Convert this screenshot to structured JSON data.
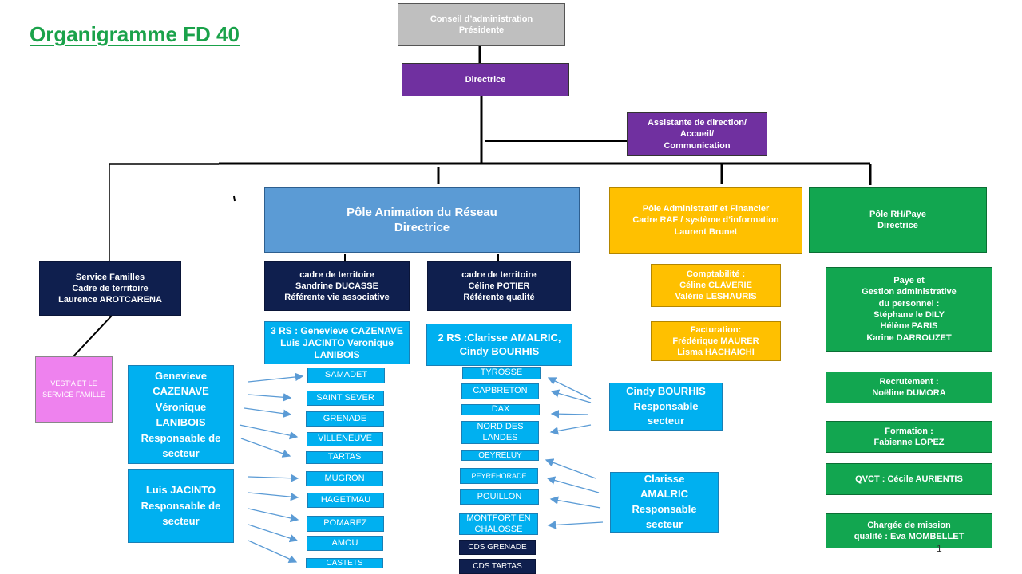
{
  "title": "Organigramme FD 40",
  "page_number": "1",
  "colors": {
    "title": "#1aa24a",
    "board": "#bfbfbf",
    "director": "#7030a0",
    "navy": "#0f1f4e",
    "pole_animation": "#5b9bd5",
    "cyan": "#00b0f0",
    "yellow": "#ffc000",
    "green": "#12a650",
    "pink": "#ee82ee"
  },
  "board": {
    "line1": "Conseil d’administration",
    "line2": "Présidente"
  },
  "directrice": "Directrice",
  "assistante": {
    "line1": "Assistante de direction/",
    "line2": "Accueil/",
    "line3": "Communication"
  },
  "pole_animation": {
    "line1": "Pôle Animation du Réseau",
    "line2": "Directrice"
  },
  "pole_admin": {
    "line1": "Pôle  Administratif et Financier",
    "line2": "Cadre RAF  / système d’information",
    "line3": "Laurent Brunet"
  },
  "pole_rh": {
    "line1": "Pôle RH/Paye",
    "line2": "Directrice"
  },
  "service_familles": {
    "line1": "Service Familles",
    "line2": "Cadre de territoire",
    "line3": "Laurence AROTCARENA"
  },
  "vestia": "VEST’A ET LE SERVICE FAMILLE",
  "cadre1": {
    "line1": "cadre de territoire",
    "line2": "Sandrine DUCASSE",
    "line3": "Référente vie associative"
  },
  "cadre2": {
    "line1": "cadre de territoire",
    "line2": "Céline POTIER",
    "line3": "Référente qualité"
  },
  "rs3": "3 RS : Genevieve CAZENAVE Luis JACINTO Veronique LANIBOIS",
  "rs2": "2 RS :Clarisse AMALRIC, Cindy BOURHIS",
  "resp_gv": "Genevieve CAZENAVE Véronique LANIBOIS Responsable de secteur",
  "resp_luis": "Luis JACINTO Responsable de secteur",
  "resp_cindy": "Cindy BOURHIS Responsable secteur",
  "resp_clarisse": "Clarisse AMALRIC Responsable secteur",
  "locations_left": [
    "SAMADET",
    "SAINT SEVER",
    "GRENADE",
    "VILLENEUVE",
    "TARTAS",
    "MUGRON",
    "HAGETMAU",
    "POMAREZ",
    "AMOU",
    "CASTETS"
  ],
  "locations_right": [
    "TYROSSE",
    "CAPBRETON",
    "DAX",
    "NORD DES LANDES",
    "OEYRELUY",
    "PEYREHORADE",
    "POUILLON",
    "MONTFORT EN CHALOSSE"
  ],
  "cds": [
    "CDS GRENADE",
    "CDS TARTAS"
  ],
  "comptabilite": {
    "line1": "Comptabilité :",
    "line2": "Céline CLAVERIE",
    "line3": "Valérie LESHAURIS"
  },
  "facturation": {
    "line1": "Facturation:",
    "line2": "Frédérique MAURER",
    "line3": "Lisma HACHAICHI"
  },
  "paye": {
    "line1": "Paye et",
    "line2": "Gestion administrative",
    "line3": "du personnel :",
    "line4": "Stéphane le DILY",
    "line5": "Hélène PARIS",
    "line6": "Karine DARROUZET"
  },
  "recrutement": {
    "line1": "Recrutement :",
    "line2": "Noëline DUMORA"
  },
  "formation": {
    "line1": "Formation :",
    "line2": "Fabienne LOPEZ"
  },
  "qvct": "QVCT : Cécile AURIENTIS",
  "mission_qualite": {
    "line1": "Chargée de mission",
    "line2": "qualité : Eva  MOMBELLET"
  }
}
